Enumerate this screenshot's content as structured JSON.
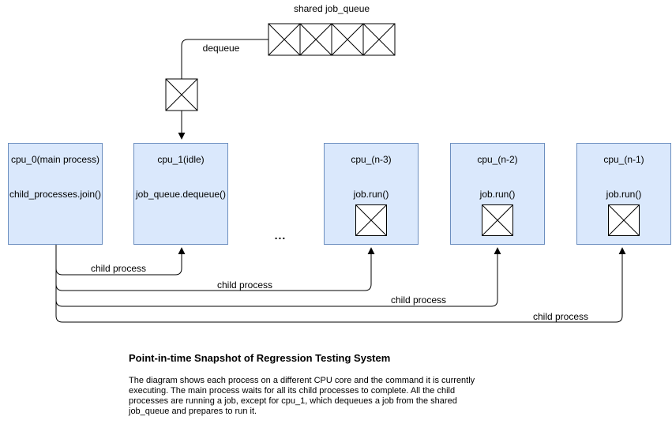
{
  "diagram": {
    "queue_label": "shared job_queue",
    "dequeue_label": "dequeue",
    "ellipsis": "...",
    "queue_cells": 4,
    "child_process_labels": [
      "child process",
      "child process",
      "child process",
      "child process"
    ],
    "cpus": [
      {
        "title": "cpu_0(main process)",
        "command": "child_processes.join()",
        "has_job": false
      },
      {
        "title": "cpu_1(idle)",
        "command": "job_queue.dequeue()",
        "has_job": false
      },
      {
        "title": "cpu_(n-3)",
        "command": "job.run()",
        "has_job": true
      },
      {
        "title": "cpu_(n-2)",
        "command": "job.run()",
        "has_job": true
      },
      {
        "title": "cpu_(n-1)",
        "command": "job.run()",
        "has_job": true
      }
    ],
    "colors": {
      "box_fill": "#dae8fc",
      "box_border": "#6c8ebf",
      "line": "#000000",
      "job_fill": "#ffffff"
    }
  },
  "caption": {
    "title": "Point-in-time Snapshot of Regression Testing System",
    "body_lines": [
      "The diagram shows each process on a different CPU core and the command it is currently",
      "executing. The main process waits for all its child processes to complete. All the child",
      "processes are running a job, except for cpu_1, which dequeues a job from the shared",
      "job_queue and prepares to run it."
    ]
  }
}
